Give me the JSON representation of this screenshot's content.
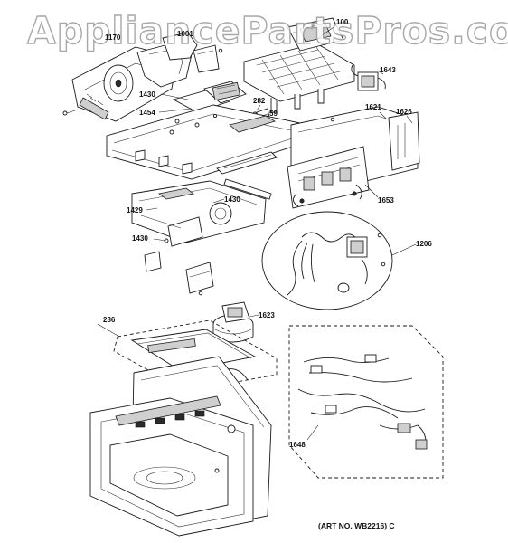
{
  "watermark": "AppliancePartsPros.com",
  "art_number": "(ART NO. WB2216) C",
  "callouts": [
    {
      "id": "c-100",
      "text": "100"
    },
    {
      "id": "c-1643",
      "text": "1643"
    },
    {
      "id": "c-1430a",
      "text": "1430"
    },
    {
      "id": "c-1454",
      "text": "1454"
    },
    {
      "id": "c-282",
      "text": "282"
    },
    {
      "id": "c-59",
      "text": "59"
    },
    {
      "id": "c-1621",
      "text": "1621"
    },
    {
      "id": "c-1626",
      "text": "1626"
    },
    {
      "id": "c-1653",
      "text": "1653"
    },
    {
      "id": "c-1430b",
      "text": "1430"
    },
    {
      "id": "c-1429",
      "text": "1429"
    },
    {
      "id": "c-1430c",
      "text": "1430"
    },
    {
      "id": "c-1206",
      "text": "1206"
    },
    {
      "id": "c-1623",
      "text": "1623"
    },
    {
      "id": "c-286",
      "text": "286"
    },
    {
      "id": "c-1648",
      "text": "1648"
    },
    {
      "id": "c-1170",
      "text": "1170"
    },
    {
      "id": "c-1001",
      "text": "1001"
    }
  ]
}
